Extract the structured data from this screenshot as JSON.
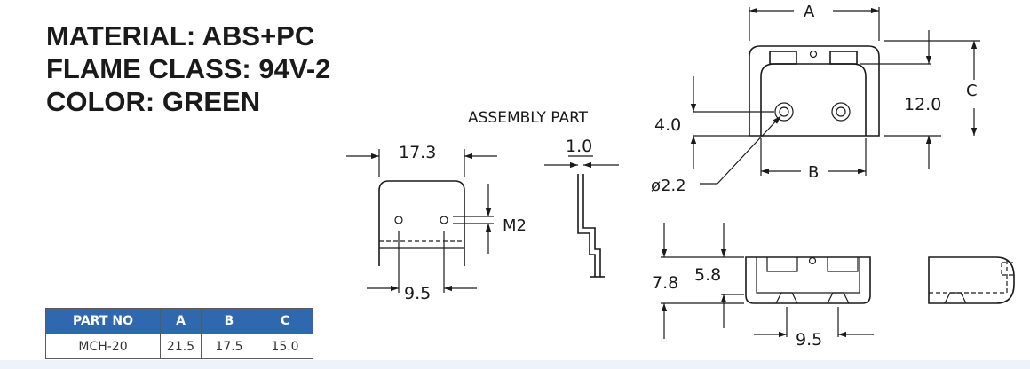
{
  "spec": {
    "material": "MATERIAL: ABS+PC",
    "flame_class": "FLAME CLASS: 94V-2",
    "color": "COLOR: GREEN"
  },
  "drawing": {
    "assembly_label": "ASSEMBLY PART",
    "front_width": "17.3",
    "screw": "M2",
    "front_hole_spacing": "9.5",
    "thickness": "1.0",
    "dim_a": "A",
    "dim_b": "B",
    "dim_c": "C",
    "dim_height": "12.0",
    "dim_hole_offset": "4.0",
    "dim_hole_dia": "ø2.2",
    "dim_side_outer": "7.8",
    "dim_side_inner": "5.8",
    "dim_bottom_spacing": "9.5"
  },
  "table": {
    "headers": [
      "PART NO",
      "A",
      "B",
      "C"
    ],
    "rows": [
      [
        "MCH-20",
        "21.5",
        "17.5",
        "15.0"
      ]
    ]
  },
  "colors": {
    "table_header": "#2f68ae",
    "line": "#1a1a1a",
    "strip": "#eef3fb"
  }
}
